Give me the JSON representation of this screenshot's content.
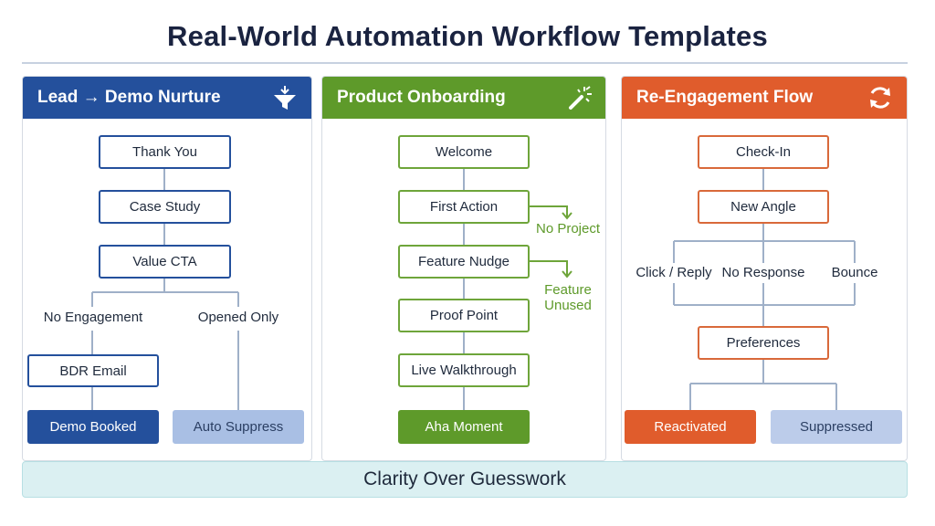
{
  "title": "Real-World Automation Workflow Templates",
  "footer": "Clarity Over Guesswork",
  "colors": {
    "navy": "#24509c",
    "green": "#5e9a2a",
    "orange": "#e05c2c",
    "light_blue": "#a9bfe4",
    "footer_bg": "#dbf0f2"
  },
  "columns": [
    {
      "title": "Lead → Demo Nurture",
      "icon": "funnel-icon",
      "steps": [
        "Thank You",
        "Case Study",
        "Value CTA"
      ],
      "branches": [
        "No Engagement",
        "Opened Only"
      ],
      "branch_step": "BDR Email",
      "outcomes": [
        "Demo Booked",
        "Auto Suppress"
      ]
    },
    {
      "title": "Product Onboarding",
      "icon": "magic-wand-icon",
      "steps": [
        "Welcome",
        "First Action",
        "Feature Nudge",
        "Proof Point",
        "Live Walkthrough"
      ],
      "side_notes": [
        "No Project",
        "Feature\nUnused"
      ],
      "outcome": "Aha Moment"
    },
    {
      "title": "Re-Engagement Flow",
      "icon": "refresh-icon",
      "steps": [
        "Check-In",
        "New Angle"
      ],
      "branches": [
        "Click / Reply",
        "No Response",
        "Bounce"
      ],
      "merge_step": "Preferences",
      "outcomes": [
        "Reactivated",
        "Suppressed"
      ]
    }
  ]
}
